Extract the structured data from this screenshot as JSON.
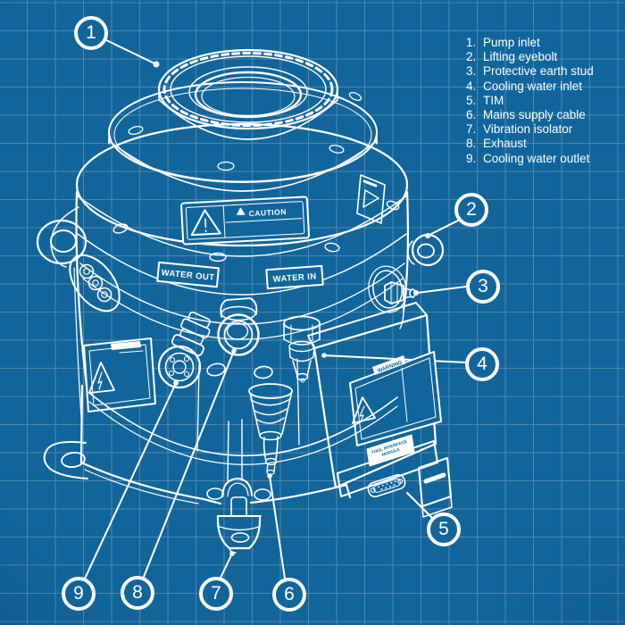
{
  "colors": {
    "background": "#11659B",
    "grid_line": "#4E87AE",
    "line_art": "#FFFFFF"
  },
  "legend": {
    "items": [
      {
        "number": "1.",
        "label": "Pump inlet"
      },
      {
        "number": "2.",
        "label": "Lifting eyebolt"
      },
      {
        "number": "3.",
        "label": "Protective earth stud"
      },
      {
        "number": "4.",
        "label": "Cooling water inlet"
      },
      {
        "number": "5.",
        "label": "TIM"
      },
      {
        "number": "6.",
        "label": "Mains supply cable"
      },
      {
        "number": "7.",
        "label": "Vibration isolator"
      },
      {
        "number": "8.",
        "label": "Exhaust"
      },
      {
        "number": "9.",
        "label": "Cooling water outlet"
      }
    ]
  },
  "callouts": [
    {
      "number": "1"
    },
    {
      "number": "2"
    },
    {
      "number": "3"
    },
    {
      "number": "4"
    },
    {
      "number": "5"
    },
    {
      "number": "6"
    },
    {
      "number": "7"
    },
    {
      "number": "8"
    },
    {
      "number": "9"
    }
  ],
  "labels": {
    "caution": "CAUTION",
    "box_warning": "WARNING",
    "water_out": "WATER OUT",
    "water_in": "WATER IN",
    "tool_interface_line1": "TOOL INTERFACE",
    "tool_interface_line2": "MODULE"
  }
}
